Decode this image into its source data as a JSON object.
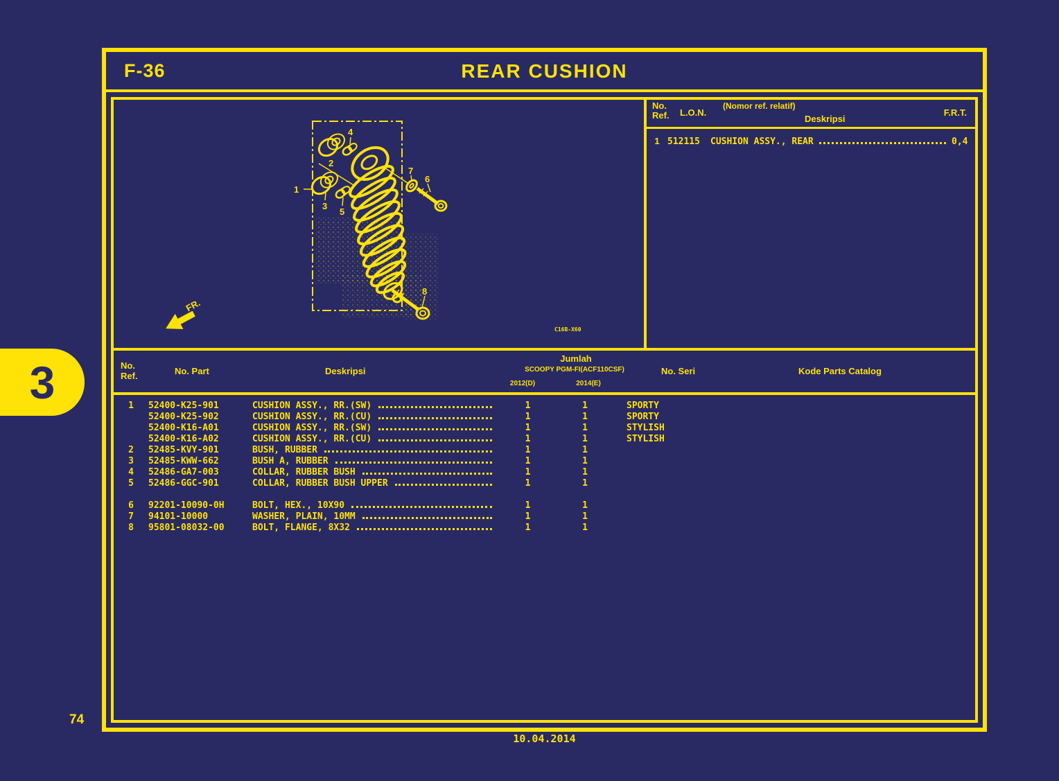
{
  "colors": {
    "background": "#292a64",
    "accent": "#ffe206"
  },
  "header": {
    "code": "F-36",
    "title": "REAR CUSHION"
  },
  "ref_panel": {
    "headers": {
      "no": "No.",
      "ref": "Ref.",
      "lon": "L.O.N.",
      "relative": "(Nomor ref. relatif)",
      "deskripsi": "Deskripsi",
      "frt": "F.R.T."
    },
    "row": {
      "no_ref": "1",
      "lon": "512115",
      "description": "CUSHION ASSY., REAR",
      "frt": "0,4"
    }
  },
  "diagram": {
    "fr_label": "FR.",
    "plate_code": "C16B-X60",
    "callouts": [
      "1",
      "2",
      "3",
      "4",
      "5",
      "6",
      "7",
      "8"
    ]
  },
  "parts_table": {
    "headers": {
      "no": "No.",
      "ref": "Ref.",
      "part": "No. Part",
      "deskripsi": "Deskripsi",
      "jumlah": "Jumlah",
      "model": "SCOOPY PGM-FI(ACF110CSF)",
      "year1": "2012(D)",
      "year2": "2014(E)",
      "seri": "No. Seri",
      "kode": "Kode Parts Catalog"
    },
    "rows": [
      {
        "ref": "1",
        "part": "52400-K25-901",
        "desc": "CUSHION ASSY., RR.(SW)",
        "q1": "1",
        "q2": "1",
        "seri": "SPORTY"
      },
      {
        "ref": "",
        "part": "52400-K25-902",
        "desc": "CUSHION ASSY., RR.(CU)",
        "q1": "1",
        "q2": "1",
        "seri": "SPORTY"
      },
      {
        "ref": "",
        "part": "52400-K16-A01",
        "desc": "CUSHION ASSY., RR.(SW)",
        "q1": "1",
        "q2": "1",
        "seri": "STYLISH"
      },
      {
        "ref": "",
        "part": "52400-K16-A02",
        "desc": "CUSHION ASSY., RR.(CU)",
        "q1": "1",
        "q2": "1",
        "seri": "STYLISH"
      },
      {
        "ref": "2",
        "part": "52485-KVY-901",
        "desc": "BUSH, RUBBER",
        "q1": "1",
        "q2": "1",
        "seri": ""
      },
      {
        "ref": "3",
        "part": "52485-KWW-662",
        "desc": "BUSH A, RUBBER",
        "q1": "1",
        "q2": "1",
        "seri": ""
      },
      {
        "ref": "4",
        "part": "52486-GA7-003",
        "desc": "COLLAR, RUBBER BUSH",
        "q1": "1",
        "q2": "1",
        "seri": ""
      },
      {
        "ref": "5",
        "part": "52486-GGC-901",
        "desc": "COLLAR, RUBBER BUSH UPPER",
        "q1": "1",
        "q2": "1",
        "seri": ""
      },
      {
        "ref": "6",
        "part": "92201-10090-0H",
        "desc": "BOLT, HEX., 10X90",
        "q1": "1",
        "q2": "1",
        "seri": ""
      },
      {
        "ref": "7",
        "part": "94101-10000",
        "desc": "WASHER, PLAIN, 10MM",
        "q1": "1",
        "q2": "1",
        "seri": ""
      },
      {
        "ref": "8",
        "part": "95801-08032-00",
        "desc": "BOLT, FLANGE, 8X32",
        "q1": "1",
        "q2": "1",
        "seri": ""
      }
    ]
  },
  "footer": {
    "chapter_tab": "3",
    "page_number": "74",
    "date": "10.04.2014"
  }
}
